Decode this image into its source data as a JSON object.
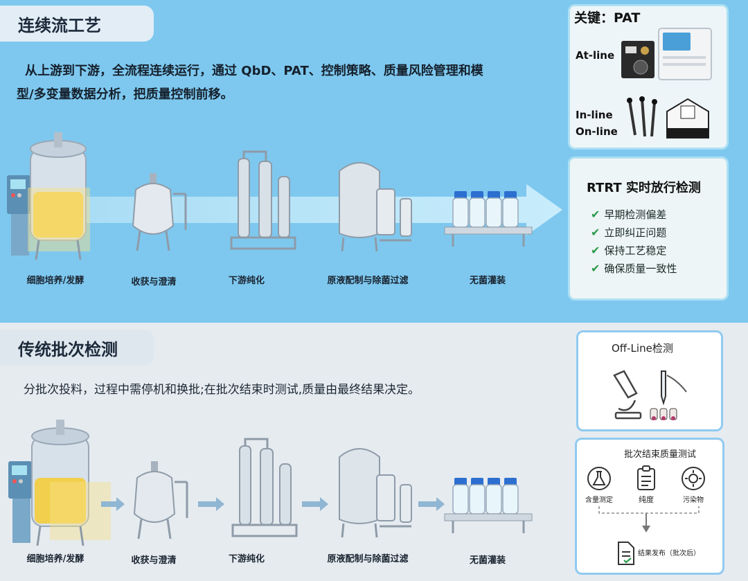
{
  "top": {
    "tab_title": "连续流工艺",
    "description_line1": "从上游到下游，全流程连续运行，通过 QbD、PAT、控制策略、质量风险管理和模",
    "description_line2": "型/多变量数据分析，把质量控制前移。",
    "stages": [
      "细胞培养/发酵",
      "收获与澄清",
      "下游纯化",
      "原液配制与除菌过滤",
      "无菌灌装"
    ]
  },
  "pat_panel": {
    "title": "关键：PAT",
    "atline_label": "At-line",
    "inline_label": "In-line",
    "online_label": "On-line"
  },
  "rtrt_panel": {
    "title": "RTRT 实时放行检测",
    "items": [
      "早期检测偏差",
      "立即纠正问题",
      "保持工艺稳定",
      "确保质量一致性"
    ],
    "check_color": "#2a9a4a"
  },
  "bottom": {
    "tab_title": "传统批次检测",
    "description": "分批次投料，过程中需停机和换批;在批次结束时测试,质量由最终结果决定。",
    "stages": [
      "细胞培养/发酵",
      "收获与澄清",
      "下游纯化",
      "原液配制与除菌过滤",
      "无菌灌装"
    ]
  },
  "offline_panel": {
    "title": "Off-Line检测"
  },
  "batch_panel": {
    "title": "批次结束质量测试",
    "tests": [
      "含量测定",
      "纯度",
      "污染物"
    ],
    "result": "结果发布（批次后）"
  },
  "colors": {
    "top_background": "#7ec8ef",
    "bottom_background": "#e6ebf0",
    "panel_border": "#aee0f3",
    "flow_arrow": "#b8e2f6"
  }
}
